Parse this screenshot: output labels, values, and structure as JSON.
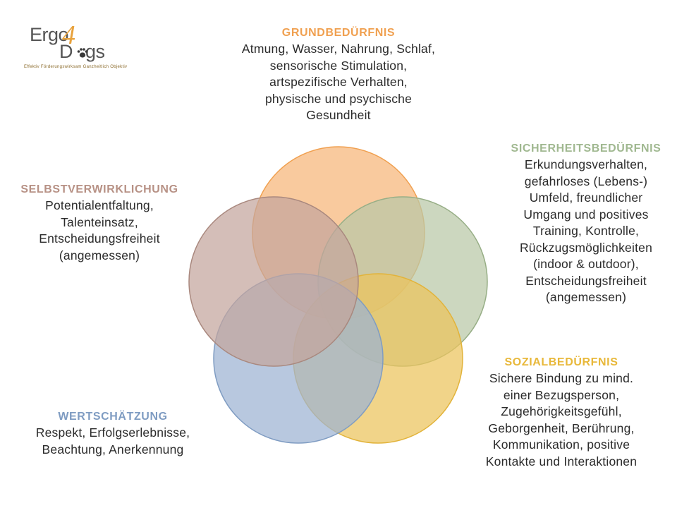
{
  "logo": {
    "word_top": "Ergo",
    "digit": "4",
    "word_bottom_first": "D",
    "word_bottom_rest": "gs",
    "tagline": "Effektiv Förderungswirksam Ganzheitlich Objektiv"
  },
  "needs": {
    "grund": {
      "title": "GRUNDBEDÜRFNIS",
      "color": "#f0a050",
      "lines": [
        "Atmung, Wasser, Nahrung, Schlaf,",
        "sensorische Stimulation,",
        "artspezifische Verhalten,",
        "physische und psychische",
        "Gesundheit"
      ]
    },
    "sicher": {
      "title": "SICHERHEITSBEDÜRFNIS",
      "color": "#a0b890",
      "lines": [
        "Erkundungsverhalten,",
        "gefahrloses (Lebens-)",
        "Umfeld, freundlicher",
        "Umgang und positives",
        "Training, Kontrolle,",
        "Rückzugsmöglichkeiten",
        "(indoor & outdoor),",
        "Entscheidungsfreiheit",
        "(angemessen)"
      ]
    },
    "sozial": {
      "title": "SOZIALBEDÜRFNIS",
      "color": "#e8b83a",
      "lines": [
        "Sichere Bindung zu mind.",
        "einer Bezugsperson,",
        "Zugehörigkeitsgefühl,",
        "Geborgenheit, Berührung,",
        "Kommunikation, positive",
        "Kontakte und Interaktionen"
      ]
    },
    "wert": {
      "title": "WERTSCHÄTZUNG",
      "color": "#7f9cc2",
      "lines": [
        "Respekt, Erfolgserlebnisse,",
        "Beachtung, Anerkennung"
      ]
    },
    "selbst": {
      "title": "SELBSTVERWIRKLICHUNG",
      "color": "#b79185",
      "lines": [
        "Potentialentfaltung,",
        "Talenteinsatz,",
        "Entscheidungsfreiheit",
        "(angemessen)"
      ]
    }
  },
  "circle_style": {
    "grund": {
      "fill": "#f6b679",
      "stroke": "#f0a050"
    },
    "sicher": {
      "fill": "#b8c8a6",
      "stroke": "#97ae86"
    },
    "sozial": {
      "fill": "#ebc45c",
      "stroke": "#e2b33a"
    },
    "wert": {
      "fill": "#9db3d2",
      "stroke": "#7f9cc2"
    },
    "selbst": {
      "fill": "#c3a59c",
      "stroke": "#a9887e"
    }
  }
}
